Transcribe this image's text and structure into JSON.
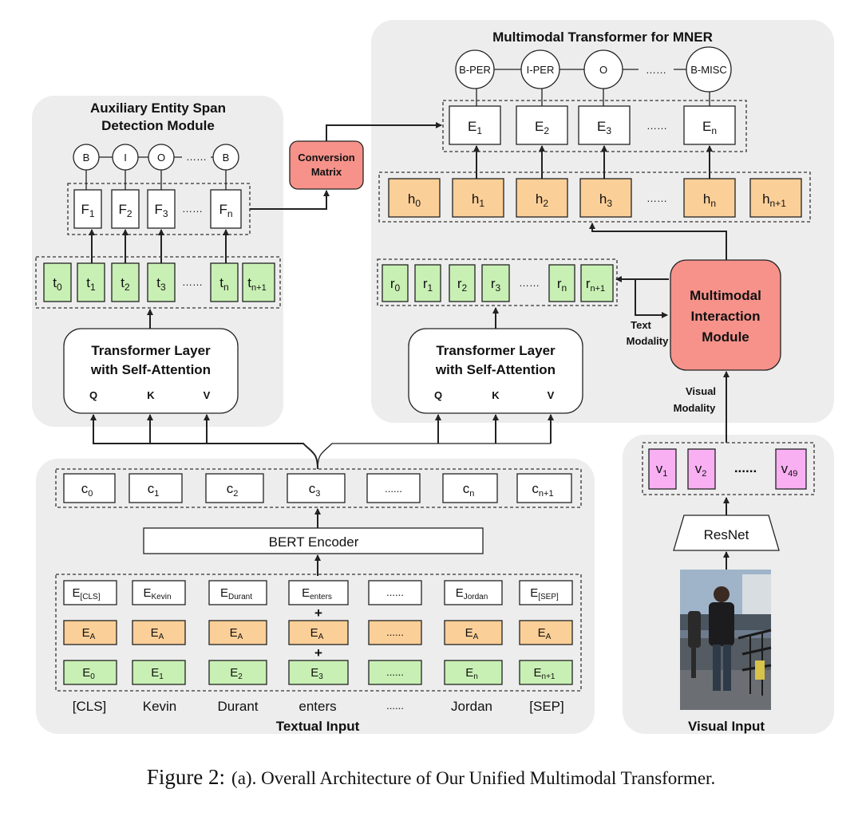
{
  "panels": {
    "auxiliary_title_line1": "Auxiliary Entity Span",
    "auxiliary_title_line2": "Detection Module",
    "mner_title": "Multimodal Transformer for MNER",
    "textual_input_title": "Textual Input",
    "visual_input_title": "Visual Input"
  },
  "aux_module": {
    "labels": [
      {
        "text": "B"
      },
      {
        "text": "I"
      },
      {
        "text": "O"
      },
      {
        "text": "B"
      }
    ],
    "label_dots": "……",
    "f_tokens": [
      {
        "base": "F",
        "sub": "1"
      },
      {
        "base": "F",
        "sub": "2"
      },
      {
        "base": "F",
        "sub": "3"
      },
      {
        "base": "F",
        "sub": "n"
      }
    ],
    "f_dots": "……",
    "t_tokens": [
      {
        "base": "t",
        "sub": "0"
      },
      {
        "base": "t",
        "sub": "1"
      },
      {
        "base": "t",
        "sub": "2"
      },
      {
        "base": "t",
        "sub": "3"
      },
      {
        "base": "t",
        "sub": "n"
      },
      {
        "base": "t",
        "sub": "n+1"
      }
    ],
    "t_dots": "……",
    "transformer_line1": "Transformer Layer",
    "transformer_line2": "with Self-Attention",
    "q": "Q",
    "k": "K",
    "v": "V"
  },
  "conversion_matrix": {
    "line1": "Conversion",
    "line2": "Matrix"
  },
  "mner_module": {
    "labels": [
      {
        "text": "B-PER"
      },
      {
        "text": "I-PER"
      },
      {
        "text": "O"
      },
      {
        "text": "B-MISC"
      }
    ],
    "label_dots": "……",
    "e_tokens": [
      {
        "base": "E",
        "sub": "1"
      },
      {
        "base": "E",
        "sub": "2"
      },
      {
        "base": "E",
        "sub": "3"
      },
      {
        "base": "E",
        "sub": "n"
      }
    ],
    "e_dots": "……",
    "h_tokens": [
      {
        "base": "h",
        "sub": "0"
      },
      {
        "base": "h",
        "sub": "1"
      },
      {
        "base": "h",
        "sub": "2"
      },
      {
        "base": "h",
        "sub": "3"
      },
      {
        "base": "h",
        "sub": "n"
      },
      {
        "base": "h",
        "sub": "n+1"
      }
    ],
    "h_dots": "……",
    "r_tokens": [
      {
        "base": "r",
        "sub": "0"
      },
      {
        "base": "r",
        "sub": "1"
      },
      {
        "base": "r",
        "sub": "2"
      },
      {
        "base": "r",
        "sub": "3"
      },
      {
        "base": "r",
        "sub": "n"
      },
      {
        "base": "r",
        "sub": "n+1"
      }
    ],
    "r_dots": "……",
    "transformer_line1": "Transformer Layer",
    "transformer_line2": "with Self-Attention",
    "q": "Q",
    "k": "K",
    "v": "V"
  },
  "interaction": {
    "line1": "Multimodal",
    "line2": "Interaction",
    "line3": "Module",
    "text_modality_line1": "Text",
    "text_modality_line2": "Modality",
    "visual_modality_line1": "Visual",
    "visual_modality_line2": "Modality"
  },
  "textual": {
    "c_tokens": [
      {
        "base": "c",
        "sub": "0"
      },
      {
        "base": "c",
        "sub": "1"
      },
      {
        "base": "c",
        "sub": "2"
      },
      {
        "base": "c",
        "sub": "3"
      },
      {
        "base": "......",
        "sub": ""
      },
      {
        "base": "c",
        "sub": "n"
      },
      {
        "base": "c",
        "sub": "n+1"
      }
    ],
    "bert": "BERT Encoder",
    "emb_tokens": [
      {
        "base": "E",
        "sub": "[CLS]"
      },
      {
        "base": "E",
        "sub": "Kevin"
      },
      {
        "base": "E",
        "sub": "Durant"
      },
      {
        "base": "E",
        "sub": "enters"
      },
      {
        "base": "......",
        "sub": ""
      },
      {
        "base": "E",
        "sub": "Jordan"
      },
      {
        "base": "E",
        "sub": "[SEP]"
      }
    ],
    "seg_tokens": [
      {
        "base": "E",
        "sub": "A"
      },
      {
        "base": "E",
        "sub": "A"
      },
      {
        "base": "E",
        "sub": "A"
      },
      {
        "base": "E",
        "sub": "A"
      },
      {
        "base": "......",
        "sub": ""
      },
      {
        "base": "E",
        "sub": "A"
      },
      {
        "base": "E",
        "sub": "A"
      }
    ],
    "pos_tokens": [
      {
        "base": "E",
        "sub": "0"
      },
      {
        "base": "E",
        "sub": "1"
      },
      {
        "base": "E",
        "sub": "2"
      },
      {
        "base": "E",
        "sub": "3"
      },
      {
        "base": "......",
        "sub": ""
      },
      {
        "base": "E",
        "sub": "n"
      },
      {
        "base": "E",
        "sub": "n+1"
      }
    ],
    "plus": "+",
    "words": [
      "[CLS]",
      "Kevin",
      "Durant",
      "enters",
      "......",
      "Jordan",
      "[SEP]"
    ]
  },
  "visual": {
    "v_tokens": [
      {
        "base": "v",
        "sub": "1"
      },
      {
        "base": "v",
        "sub": "2"
      },
      {
        "base": "v",
        "sub": "49"
      }
    ],
    "v_dots": "......",
    "resnet": "ResNet"
  },
  "caption": {
    "label": "Figure 2:",
    "text": "(a). Overall Architecture of Our Unified Multimodal Transformer."
  }
}
